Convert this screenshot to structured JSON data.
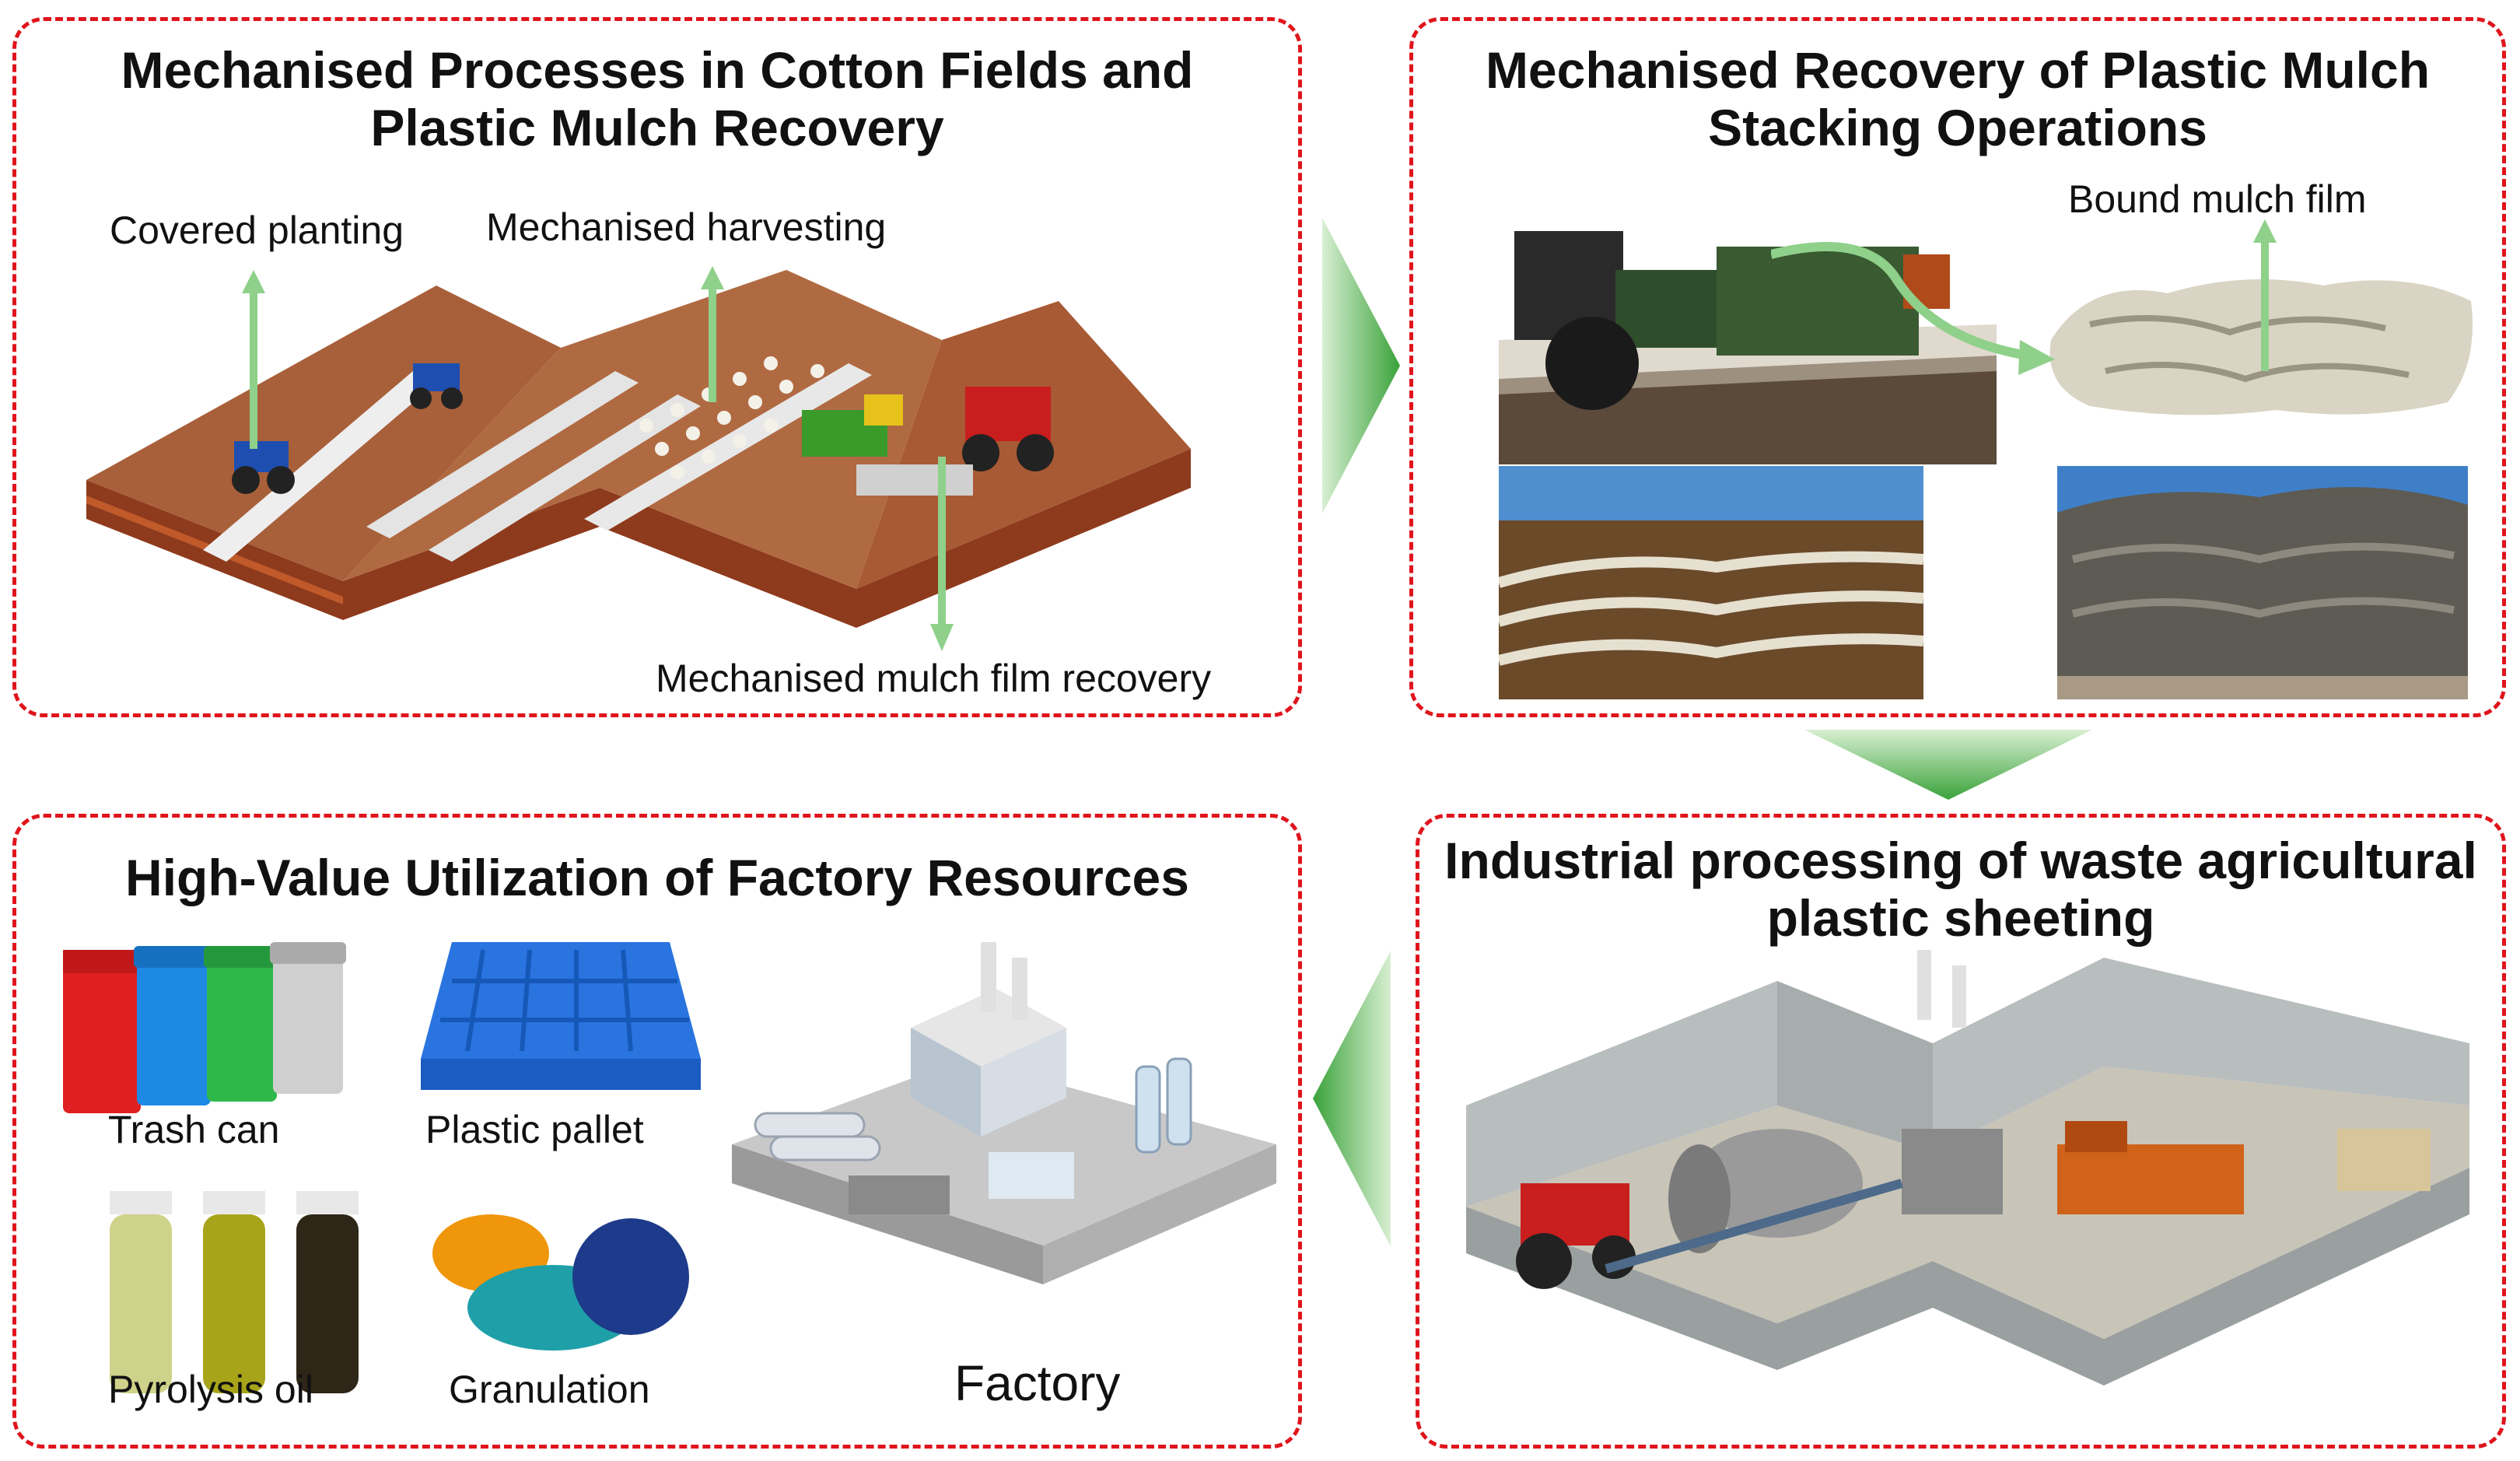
{
  "panels": {
    "cotton": {
      "title_line1": "Mechanised Processes in Cotton Fields and",
      "title_line2": "Plastic Mulch Recovery",
      "labels": {
        "covered_planting": "Covered planting",
        "mechanised_harvesting": "Mechanised harvesting",
        "mulch_recovery": "Mechanised mulch film recovery"
      }
    },
    "stacking": {
      "title_line1": "Mechanised Recovery of Plastic Mulch",
      "title_line2": "Stacking Operations",
      "labels": {
        "bound_film": "Bound mulch film"
      }
    },
    "industrial": {
      "title_line1": "Industrial processing of waste agricultural",
      "title_line2": "plastic sheeting"
    },
    "utilization": {
      "title": "High-Value Utilization of Factory Resources",
      "labels": {
        "trash_can": "Trash can",
        "plastic_pallet": "Plastic pallet",
        "pyrolysis_oil": "Pyrolysis oil",
        "granulation": "Granulation",
        "factory": "Factory"
      }
    }
  },
  "colors": {
    "border": "#e0141c",
    "arrow": "#4caf3a",
    "label_arrow": "#8fd08a"
  }
}
